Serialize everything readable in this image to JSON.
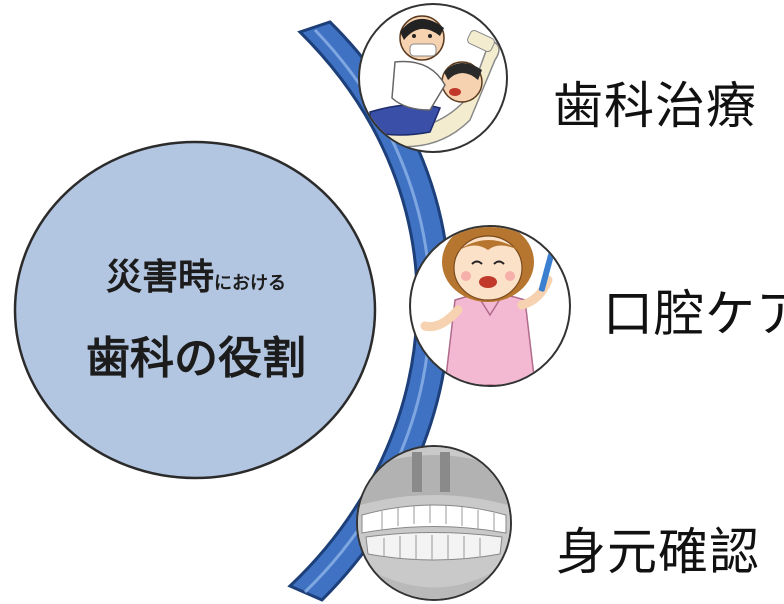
{
  "center": {
    "line1_main": "災害時",
    "line1_small": "における",
    "line2": "歯科の役割"
  },
  "roles": [
    {
      "label": "歯科治療",
      "icon": "dentist-treatment-illustration"
    },
    {
      "label": "口腔ケア",
      "icon": "hygienist-toothbrush-illustration"
    },
    {
      "label": "身元確認",
      "icon": "dental-xray-illustration"
    }
  ],
  "colors": {
    "ellipse_fill": "#b3c6e1",
    "ellipse_stroke": "#2b2b2b",
    "arc_fill": "#3f72c2",
    "arc_stroke": "#1d3f7a",
    "scrub_pink": "#f4b9d2",
    "patient_blue": "#3a4fa8",
    "xray_gray": "#c9c9c9"
  }
}
